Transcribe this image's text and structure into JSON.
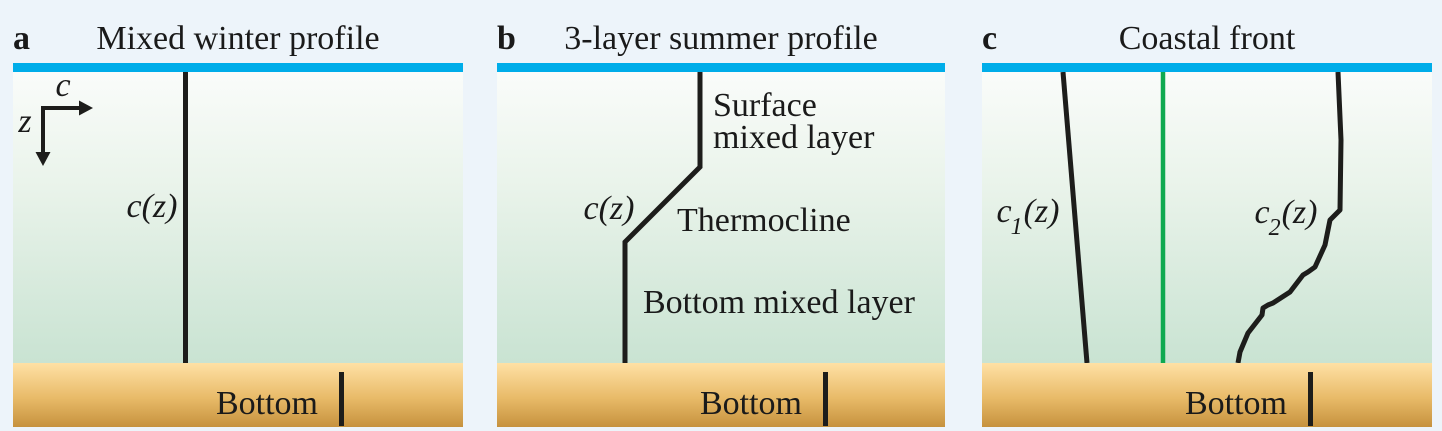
{
  "figure": {
    "colors": {
      "surface": "#00ADE9",
      "water_top": "#FAFCFA",
      "water_bottom": "#C9E3D2",
      "seabed_top": "#FFE1A5",
      "seabed_bottom": "#C6923E",
      "line": "#1D1D1B",
      "front": "#0FA950",
      "text": "#1A1A1A",
      "background": "#EDF4FA"
    }
  },
  "panels": [
    {
      "letter": "a",
      "title": "Mixed winter profile",
      "axis": {
        "c_label": "c",
        "z_label": "z"
      },
      "profile_label": "c(z)",
      "bottom_label": "Bottom"
    },
    {
      "letter": "b",
      "title": "3-layer summer profile",
      "profile_label": "c(z)",
      "layers": {
        "surface_line1": "Surface",
        "surface_line2": "mixed layer",
        "thermocline": "Thermocline",
        "bottom_mixed": "Bottom mixed layer"
      },
      "bottom_label": "Bottom"
    },
    {
      "letter": "c",
      "title": "Coastal front",
      "profile1_label": {
        "var": "c",
        "sub": "1",
        "args": "(z)"
      },
      "profile2_label": {
        "var": "c",
        "sub": "2",
        "args": "(z)"
      },
      "bottom_label": "Bottom"
    }
  ]
}
